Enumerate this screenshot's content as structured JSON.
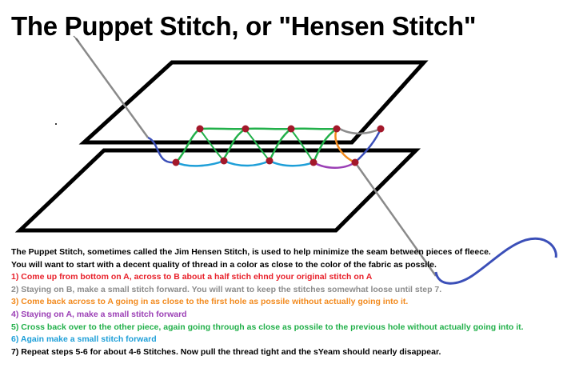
{
  "title": "The Puppet Stitch, or \"Hensen Stitch\"",
  "intro": [
    "The Puppet Stitch, sometimes called the Jim Hensen Stitch, is used to help minimize the seam between pieces of fleece.",
    "You will want to start with a decent quality of thread in a color as close to the color of the fabric as possile."
  ],
  "steps": [
    {
      "text": "1)  Come up from bottom on A, across to B about a half stich ehnd your original stitch on A",
      "color": "#e8202a"
    },
    {
      "text": "2)  Staying on B, make a small stitch forward.  You will want to keep the stitches somewhat loose until step 7.",
      "color": "#8c8c8c"
    },
    {
      "text": "3)  Come back across to A going in as close to the first hole as possile without actually going into it.",
      "color": "#f28a1e"
    },
    {
      "text": "4)  Staying on A, make a small stitch forward",
      "color": "#9b3fb5"
    },
    {
      "text": "5)  Cross back over to the other piece, again going through as close as possile to the previous hole without actually going into it.",
      "color": "#22b04a"
    },
    {
      "text": "6)  Again make a small stitch forward",
      "color": "#1e9fd8"
    },
    {
      "text": "7)  Repeat steps 5-6 for about 4-6 Stitches.  Now pull the thread tight and the sYeam should nearly disappear.",
      "color": "#000000"
    }
  ],
  "colors": {
    "outline": "#000000",
    "hole": "#a3182a",
    "needle": "#8a8a8a",
    "thread_blue": "#3b4fb8",
    "thread_teal": "#1e9fd8",
    "thread_green": "#22b04a",
    "thread_purple": "#9b3fb5",
    "thread_orange": "#f28a1e",
    "thread_gray": "#8c8c8c"
  }
}
